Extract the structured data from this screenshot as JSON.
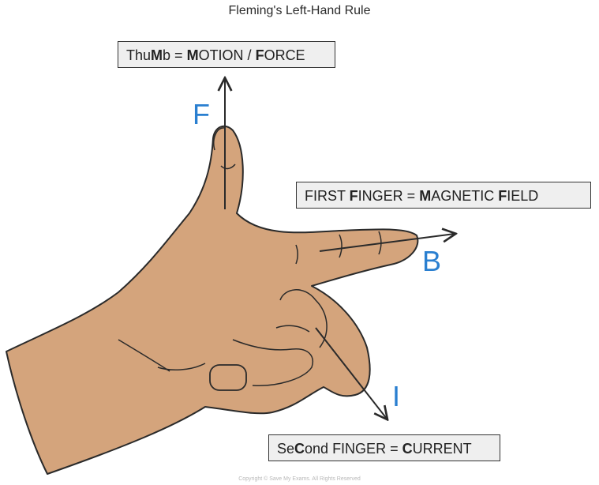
{
  "title": "Fleming's Left-Hand Rule",
  "labels": {
    "thumb": {
      "a": "Thu",
      "b": "M",
      "c": "b = ",
      "d": "M",
      "e": "OTION / ",
      "f": "F",
      "g": "ORCE"
    },
    "first": {
      "a": "FIRST  ",
      "b": "F",
      "c": "INGER = ",
      "d": "M",
      "e": "AGNETIC  ",
      "f": "F",
      "g": "IELD"
    },
    "second": {
      "a": "Se",
      "b": "C",
      "c": "ond  FINGER = ",
      "d": "C",
      "e": "URRENT"
    }
  },
  "vectors": {
    "force": "F",
    "field": "B",
    "current": "I"
  },
  "footer": "Copyright © Save My Exams. All Rights Reserved",
  "colors": {
    "skin": "#d4a47c",
    "outline": "#2a2a2a",
    "vector_label": "#2a7fd0",
    "box_fill": "#efefef"
  }
}
